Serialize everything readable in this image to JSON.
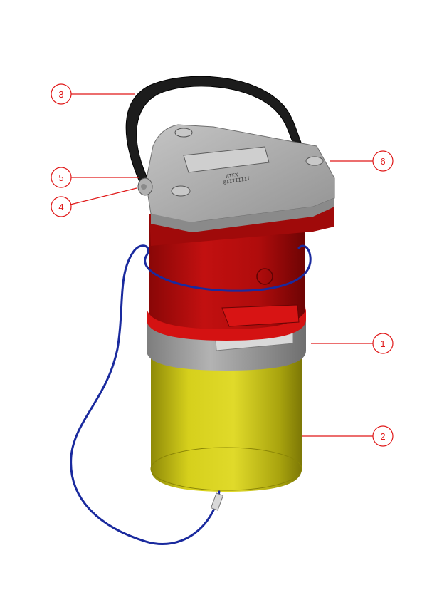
{
  "colors": {
    "callout": "#e01818",
    "housing_red": "#b80d0d",
    "housing_red_dark": "#7a0606",
    "collar_grey": "#9c9c9c",
    "lid_grey": "#a8a8a8",
    "canister_yellow": "#c9c415",
    "strap_black": "#1c1c1c",
    "cable_blue": "#1a2a9e"
  },
  "callouts": [
    {
      "id": "callout-1",
      "number": "1"
    },
    {
      "id": "callout-2",
      "number": "2"
    },
    {
      "id": "callout-3",
      "number": "3"
    },
    {
      "id": "callout-4",
      "number": "4"
    },
    {
      "id": "callout-5",
      "number": "5"
    },
    {
      "id": "callout-6",
      "number": "6"
    }
  ],
  "plate": {
    "line1": "ATEX",
    "line2": "@IIIIIIII"
  }
}
